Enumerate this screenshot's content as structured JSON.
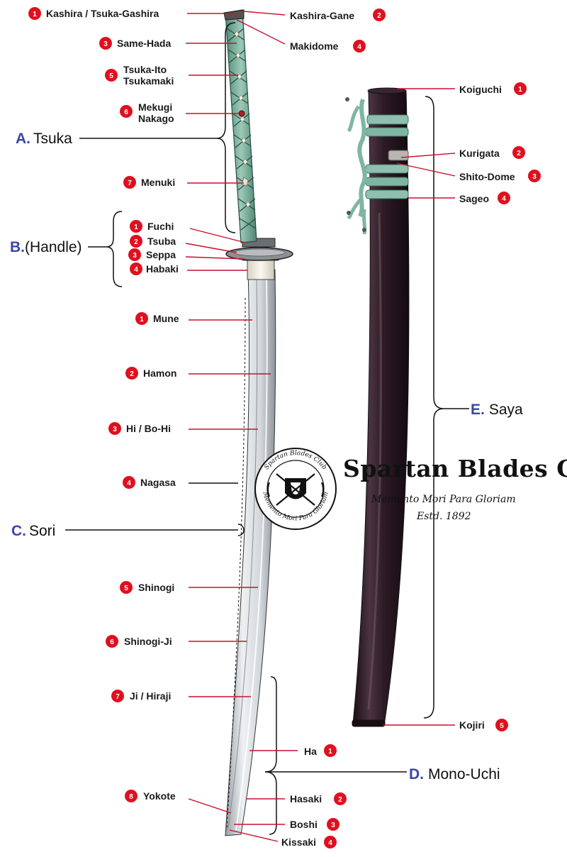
{
  "colors": {
    "callout_red": "#e0101f",
    "leader_red": "#c8102e",
    "section_blue": "#3a45a8",
    "wrap_green": "#7fb5a3",
    "saya_dark": "#2b1a22",
    "blade_light": "#e6e8ea"
  },
  "sections": {
    "a": {
      "letter": "A.",
      "name": "Tsuka"
    },
    "b": {
      "letter": "B.",
      "name": "(Handle)"
    },
    "c": {
      "letter": "C.",
      "name": "Sori"
    },
    "d": {
      "letter": "D.",
      "name": "Mono-Uchi"
    },
    "e": {
      "letter": "E.",
      "name": "Saya"
    }
  },
  "tsuka_parts": [
    {
      "num": "1",
      "label": "Kashira / Tsuka-Gashira"
    },
    {
      "num": "2",
      "label": "Kashira-Gane"
    },
    {
      "num": "3",
      "label": "Same-Hada"
    },
    {
      "num": "4",
      "label": "Makidome"
    },
    {
      "num": "5",
      "label": "Tsuka-Ito",
      "label2": "Tsukamaki"
    },
    {
      "num": "6",
      "label": "Mekugi",
      "label2": "Nakago"
    },
    {
      "num": "7",
      "label": "Menuki"
    }
  ],
  "handle_parts": [
    {
      "num": "1",
      "label": "Fuchi"
    },
    {
      "num": "2",
      "label": "Tsuba"
    },
    {
      "num": "3",
      "label": "Seppa"
    },
    {
      "num": "4",
      "label": "Habaki"
    }
  ],
  "blade_parts": [
    {
      "num": "1",
      "label": "Mune"
    },
    {
      "num": "2",
      "label": "Hamon"
    },
    {
      "num": "3",
      "label": "Hi / Bo-Hi"
    },
    {
      "num": "4",
      "label": "Nagasa"
    },
    {
      "num": "5",
      "label": "Shinogi"
    },
    {
      "num": "6",
      "label": "Shinogi-Ji"
    },
    {
      "num": "7",
      "label": "Ji / Hiraji"
    },
    {
      "num": "8",
      "label": "Yokote"
    }
  ],
  "monouchi_parts": [
    {
      "num": "1",
      "label": "Ha"
    },
    {
      "num": "2",
      "label": "Hasaki"
    },
    {
      "num": "3",
      "label": "Boshi"
    },
    {
      "num": "4",
      "label": "Kissaki"
    }
  ],
  "saya_parts": [
    {
      "num": "1",
      "label": "Koiguchi"
    },
    {
      "num": "2",
      "label": "Kurigata"
    },
    {
      "num": "3",
      "label": "Shito-Dome"
    },
    {
      "num": "4",
      "label": "Sageo"
    },
    {
      "num": "5",
      "label": "Kojiri"
    }
  ],
  "brand": {
    "name": "Spartan Blades Club",
    "motto": "Memento Mori  Para Gloriam",
    "established": "Estd. 1892",
    "emblem_top": "Spartan Blades Club",
    "emblem_bottom": "Memento Mori  Para Gloriam"
  }
}
